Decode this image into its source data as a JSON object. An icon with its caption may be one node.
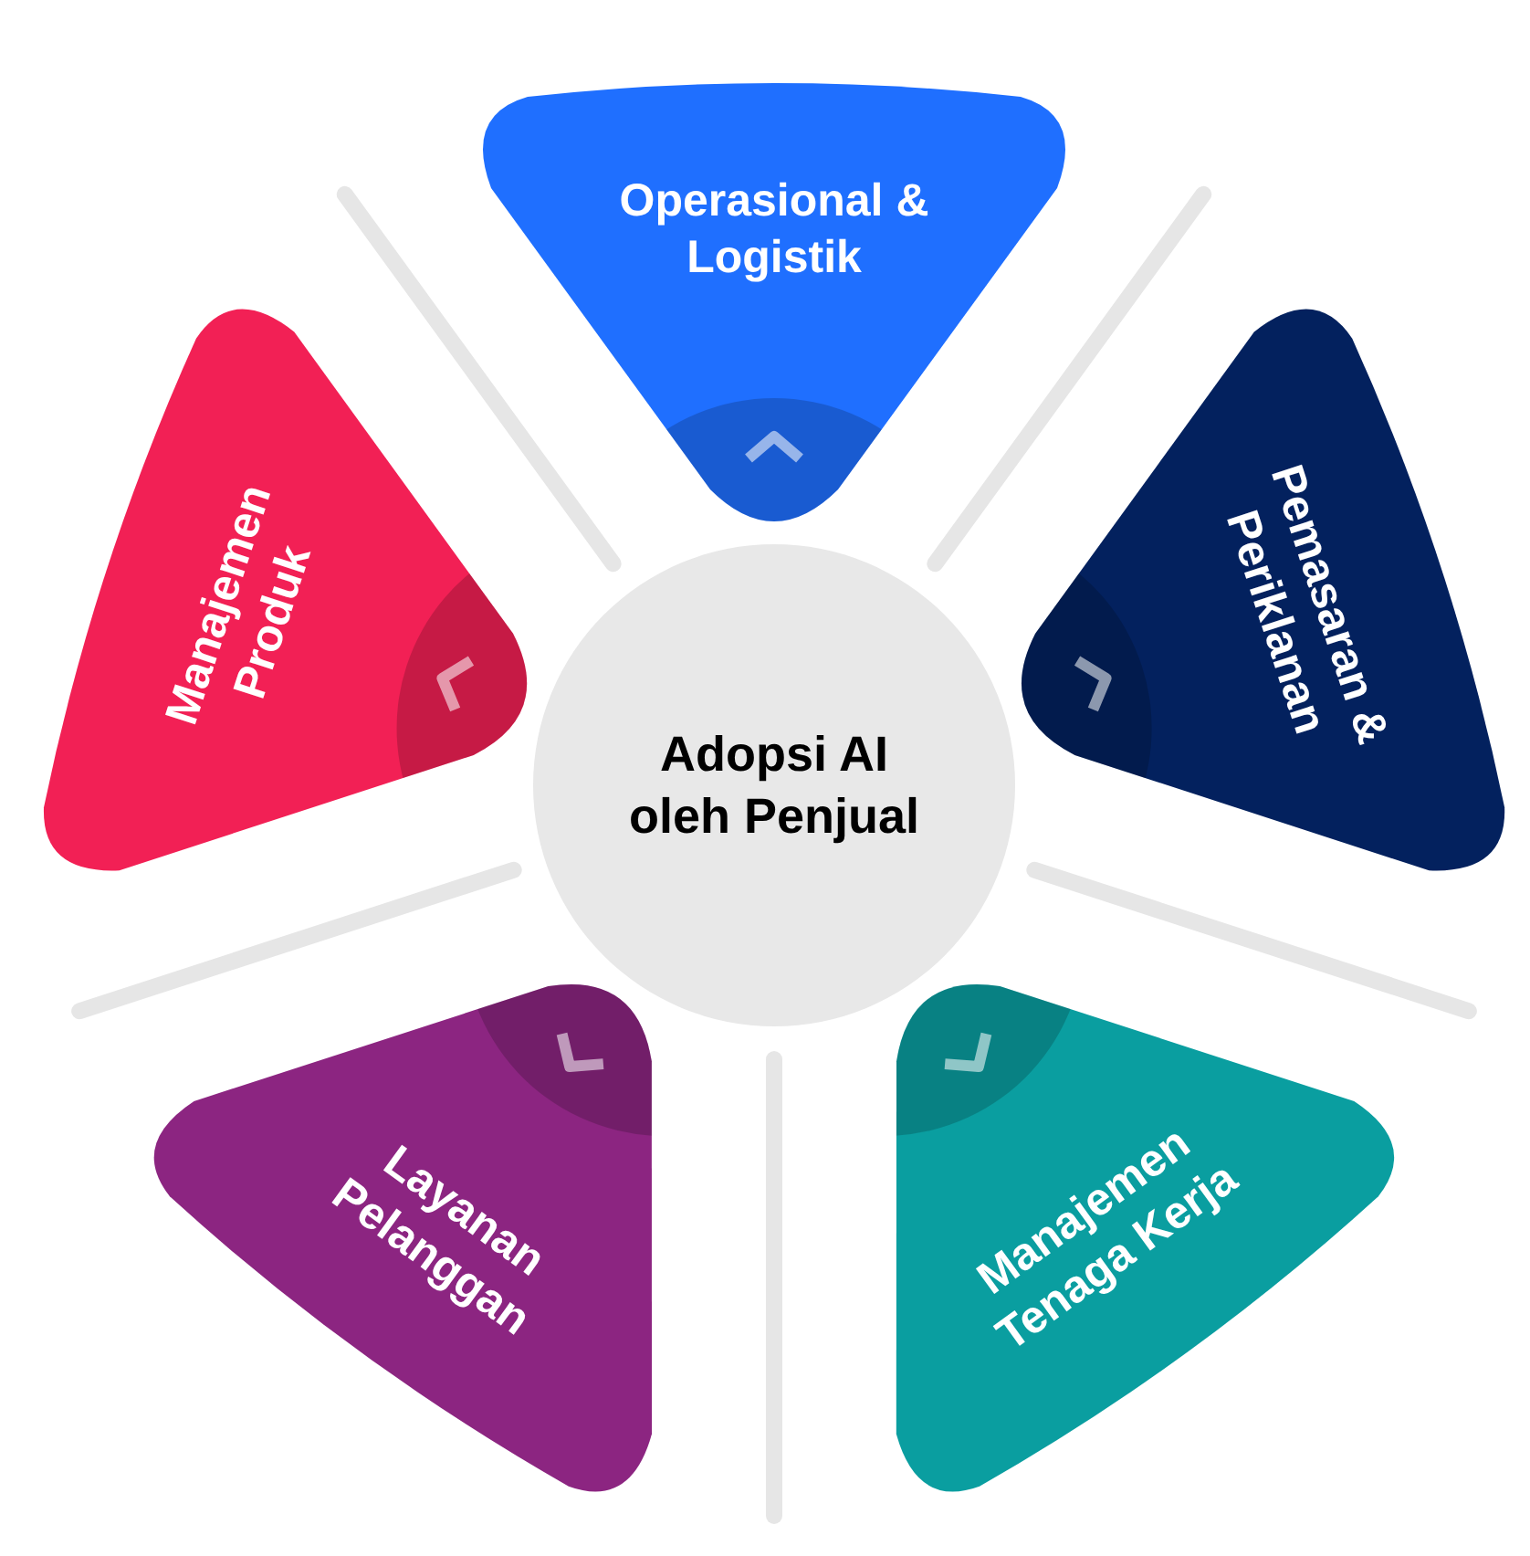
{
  "diagram": {
    "nodes": [
      {
        "text": [
          "Adopsi AI oleh Penjual"
        ]
      },
      {
        "text": [
          "Operasional & Logistik"
        ]
      },
      {
        "text": [
          "Pemasaran & Periklanan"
        ]
      },
      {
        "text": [
          "Manajemen Tenaga Kerja"
        ]
      },
      {
        "text": [
          "Layanan Pelanggan"
        ]
      },
      {
        "text": [
          "Manajemen Produk"
        ]
      }
    ]
  }
}
